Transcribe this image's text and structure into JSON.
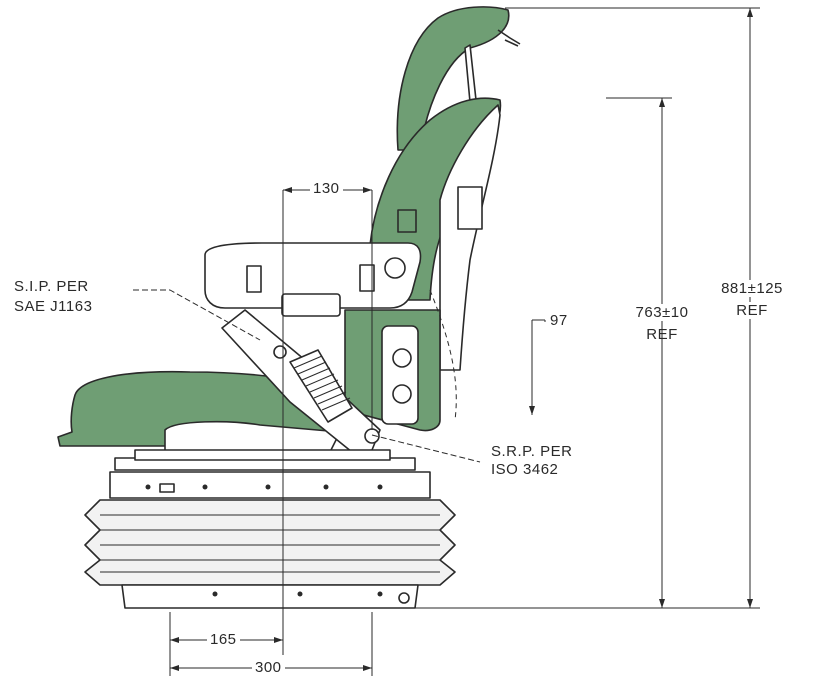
{
  "labels": {
    "srp_sae_line1": "S.I.P.  PER",
    "srp_sae_line2": "SAE  J1163",
    "srp_iso_line1": "S.R.P.  PER",
    "srp_iso_line2": "ISO  3462",
    "dim_top": "130",
    "dim_97": "97",
    "dim_763_line1": "763±10",
    "dim_763_line2": "REF",
    "dim_881_line1": "881±125",
    "dim_881_line2": "REF",
    "dim_165": "165",
    "dim_300": "300"
  },
  "colors": {
    "upholstery": "#6f9e74",
    "line": "#2a2a2a",
    "frame": "#ffffff",
    "bellows": "#f2f2f2"
  }
}
